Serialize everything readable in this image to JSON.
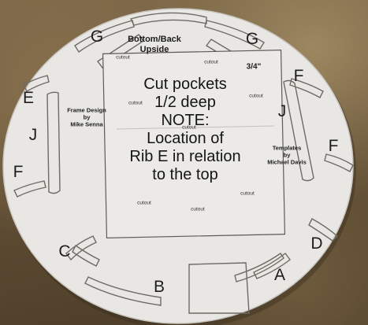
{
  "photo": {
    "heading": "Bottom/Back\nUpside",
    "thickness": "3/4\"",
    "note_lines": [
      "Cut pockets",
      "1/2 deep",
      "NOTE:",
      "Location of",
      "Rib E in relation",
      "to the top"
    ],
    "frame_credit": "Frame Design\nby\nMike Senna",
    "template_credit": "Templates\nby\nMichael Davis",
    "cutout_label": "cutout",
    "slot_letters": {
      "g_left": "G",
      "g_right": "G",
      "e": "E",
      "j_left": "J",
      "f_left": "F",
      "f_right_top": "F",
      "j_right": "J",
      "f_right_bottom": "F",
      "c": "C",
      "b": "B",
      "a": "A",
      "d": "D"
    },
    "colors": {
      "board": "#e9e8e4",
      "outline": "#6e6a66",
      "wood": "#6b5639"
    }
  }
}
